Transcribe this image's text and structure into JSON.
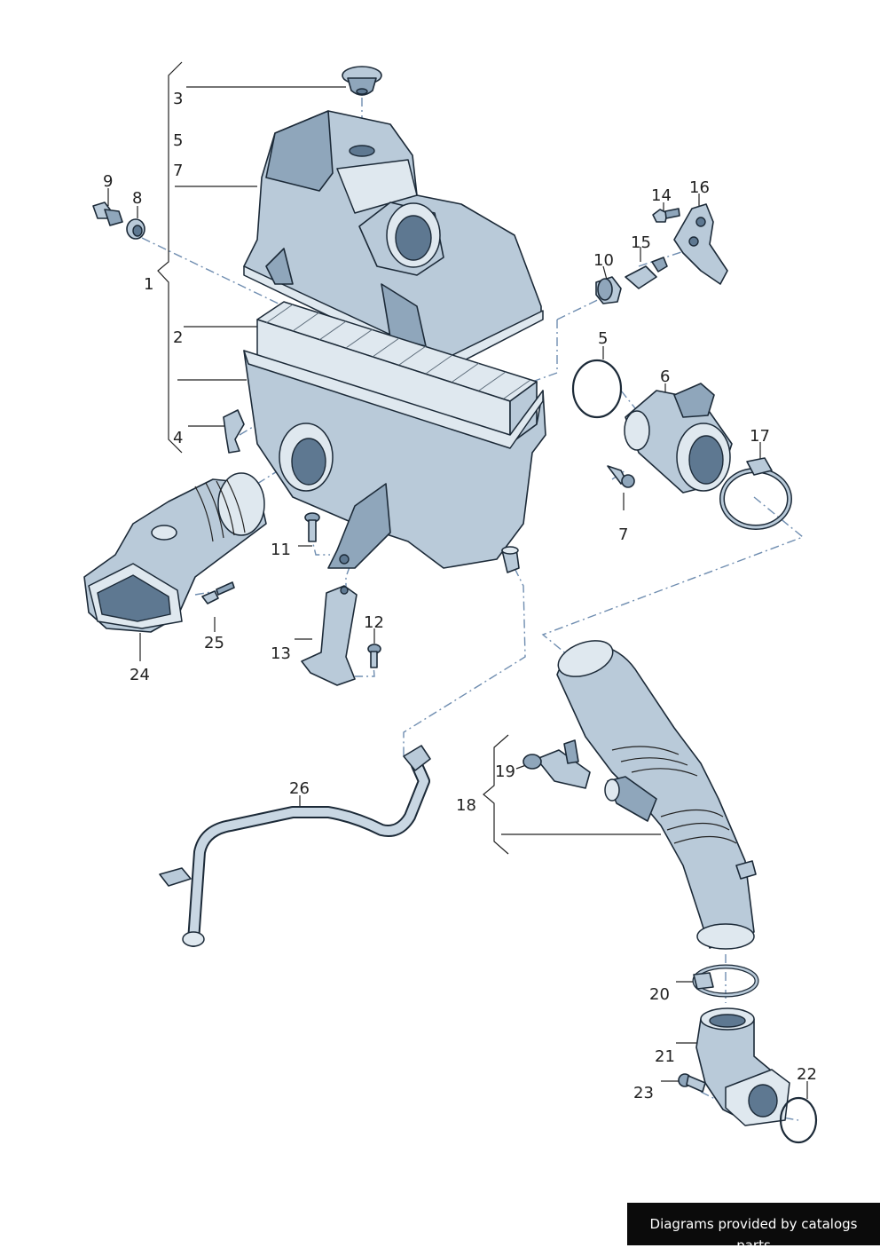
{
  "labels": {
    "l1": "1",
    "l2": "2",
    "l3": "3",
    "l4": "4",
    "l5a": "5",
    "l5b": "5",
    "l6": "6",
    "l7a": "7",
    "l7b": "7",
    "l8": "8",
    "l9": "9",
    "l10": "10",
    "l11": "11",
    "l12": "12",
    "l13": "13",
    "l14": "14",
    "l15": "15",
    "l16": "16",
    "l17": "17",
    "l18": "18",
    "l19": "19",
    "l20": "20",
    "l21": "21",
    "l22": "22",
    "l23": "23",
    "l24": "24",
    "l25": "25",
    "l26": "26"
  },
  "watermark": "Diagrams provided by catalogs parts",
  "colors": {
    "part_fill": "#b9cad9",
    "outline": "#1c2a38",
    "leader_dash": "#6f8db0",
    "watermark_bg": "#0b0b0b"
  }
}
